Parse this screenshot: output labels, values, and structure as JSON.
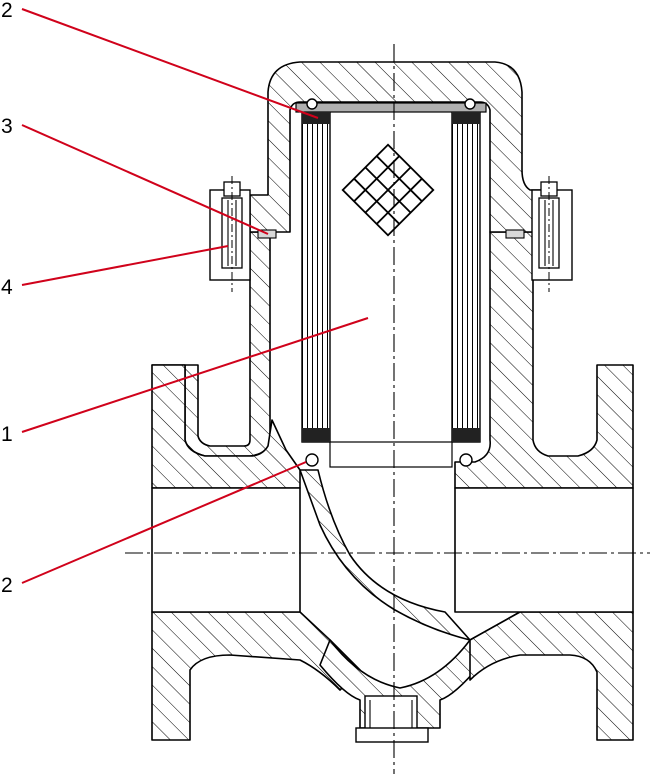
{
  "callouts": [
    {
      "id": "top-2",
      "label": "2"
    },
    {
      "id": "3",
      "label": "3"
    },
    {
      "id": "4",
      "label": "4"
    },
    {
      "id": "1",
      "label": "1"
    },
    {
      "id": "bottom-2",
      "label": "2"
    }
  ],
  "colors": {
    "leader": "#d0021b",
    "line": "#000000",
    "background": "#ffffff",
    "seal": "#ffffff"
  }
}
